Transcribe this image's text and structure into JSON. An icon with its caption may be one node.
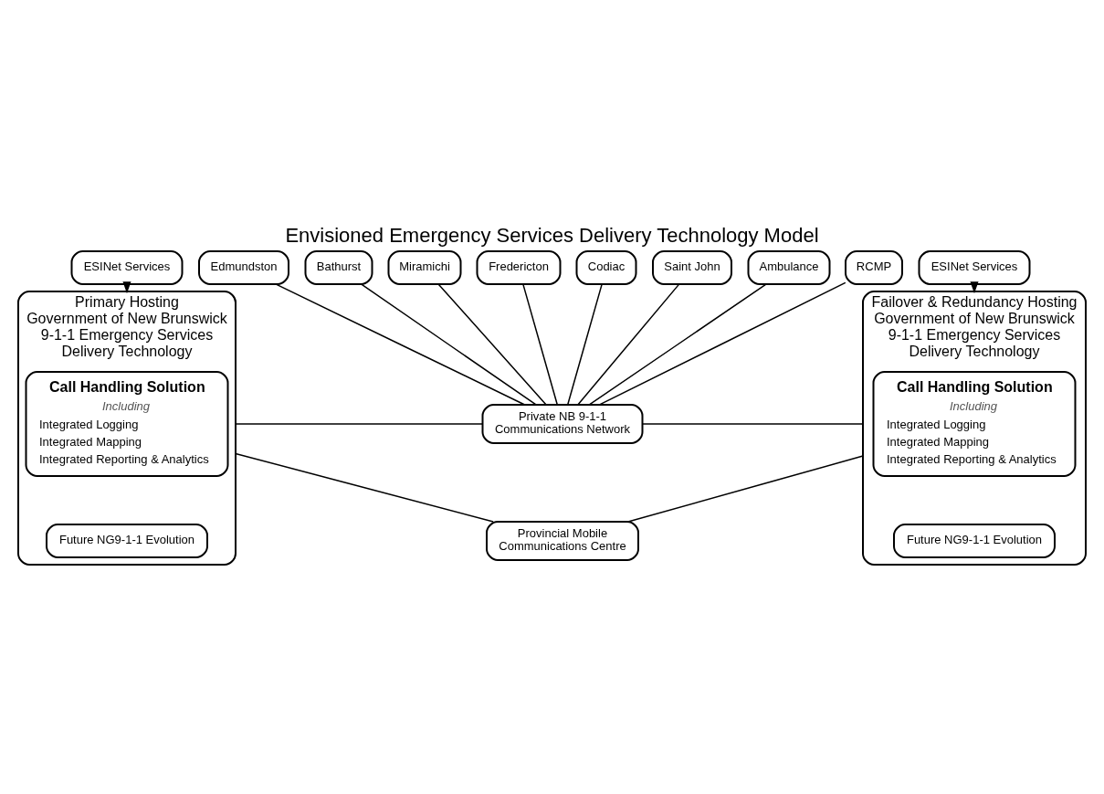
{
  "diagram": {
    "title": "Envisioned Emergency Services Delivery Technology Model",
    "nodes": [
      {
        "text": [
          "ESINet Services"
        ]
      },
      {
        "text": [
          "Edmundston"
        ]
      },
      {
        "text": [
          "Bathurst"
        ]
      },
      {
        "text": [
          "Miramichi"
        ]
      },
      {
        "text": [
          "Fredericton"
        ]
      },
      {
        "text": [
          "Codiac"
        ]
      },
      {
        "text": [
          "Saint John"
        ]
      },
      {
        "text": [
          "Ambulance"
        ]
      },
      {
        "text": [
          "RCMP"
        ]
      },
      {
        "text": [
          "ESINet Services"
        ]
      },
      {
        "text": [
          "Government of New Brunswick 9-1-1 Emergency Services Delivery Technology"
        ],
        "beside": [
          "Primary Hosting"
        ]
      },
      {
        "text": [
          "Call Handling Solution",
          "Including",
          "Integrated Logging",
          "Integrated Mapping",
          "Integrated Reporting & Analytics"
        ],
        "in": 10
      },
      {
        "text": [
          "Future NG9-1-1 Evolution"
        ],
        "in": 10
      },
      {
        "text": [
          "Private NB 9-1-1 Communications Network"
        ]
      },
      {
        "text": [
          "Government of New Brunswick 9-1-1 Emergency Services Delivery Technology"
        ],
        "beside": [
          "Failover & Redundancy Hosting"
        ]
      },
      {
        "text": [
          "Call Handling Solution",
          "Including",
          "Integrated Logging",
          "Integrated Mapping",
          "Integrated Reporting & Analytics"
        ],
        "in": 14
      },
      {
        "text": [
          "Future NG9-1-1 Evolution"
        ],
        "in": 14
      },
      {
        "text": [
          "Provincial Mobile Communications Centre"
        ]
      }
    ],
    "edges": [
      {
        "from": 0,
        "to": 10,
        "arrow": "to"
      },
      {
        "from": 9,
        "to": 14,
        "arrow": "to"
      },
      {
        "from": 1,
        "to": 13,
        "arrow": "none"
      },
      {
        "from": 2,
        "to": 13,
        "arrow": "none"
      },
      {
        "from": 3,
        "to": 13,
        "arrow": "none"
      },
      {
        "from": 4,
        "to": 13,
        "arrow": "none"
      },
      {
        "from": 5,
        "to": 13,
        "arrow": "none"
      },
      {
        "from": 6,
        "to": 13,
        "arrow": "none"
      },
      {
        "from": 7,
        "to": 13,
        "arrow": "none"
      },
      {
        "from": 8,
        "to": 13,
        "arrow": "none"
      },
      {
        "from": 10,
        "to": 13,
        "arrow": "none"
      },
      {
        "from": 14,
        "to": 13,
        "arrow": "none"
      },
      {
        "from": 10,
        "to": 17,
        "arrow": "none"
      },
      {
        "from": 14,
        "to": 17,
        "arrow": "none"
      }
    ]
  }
}
